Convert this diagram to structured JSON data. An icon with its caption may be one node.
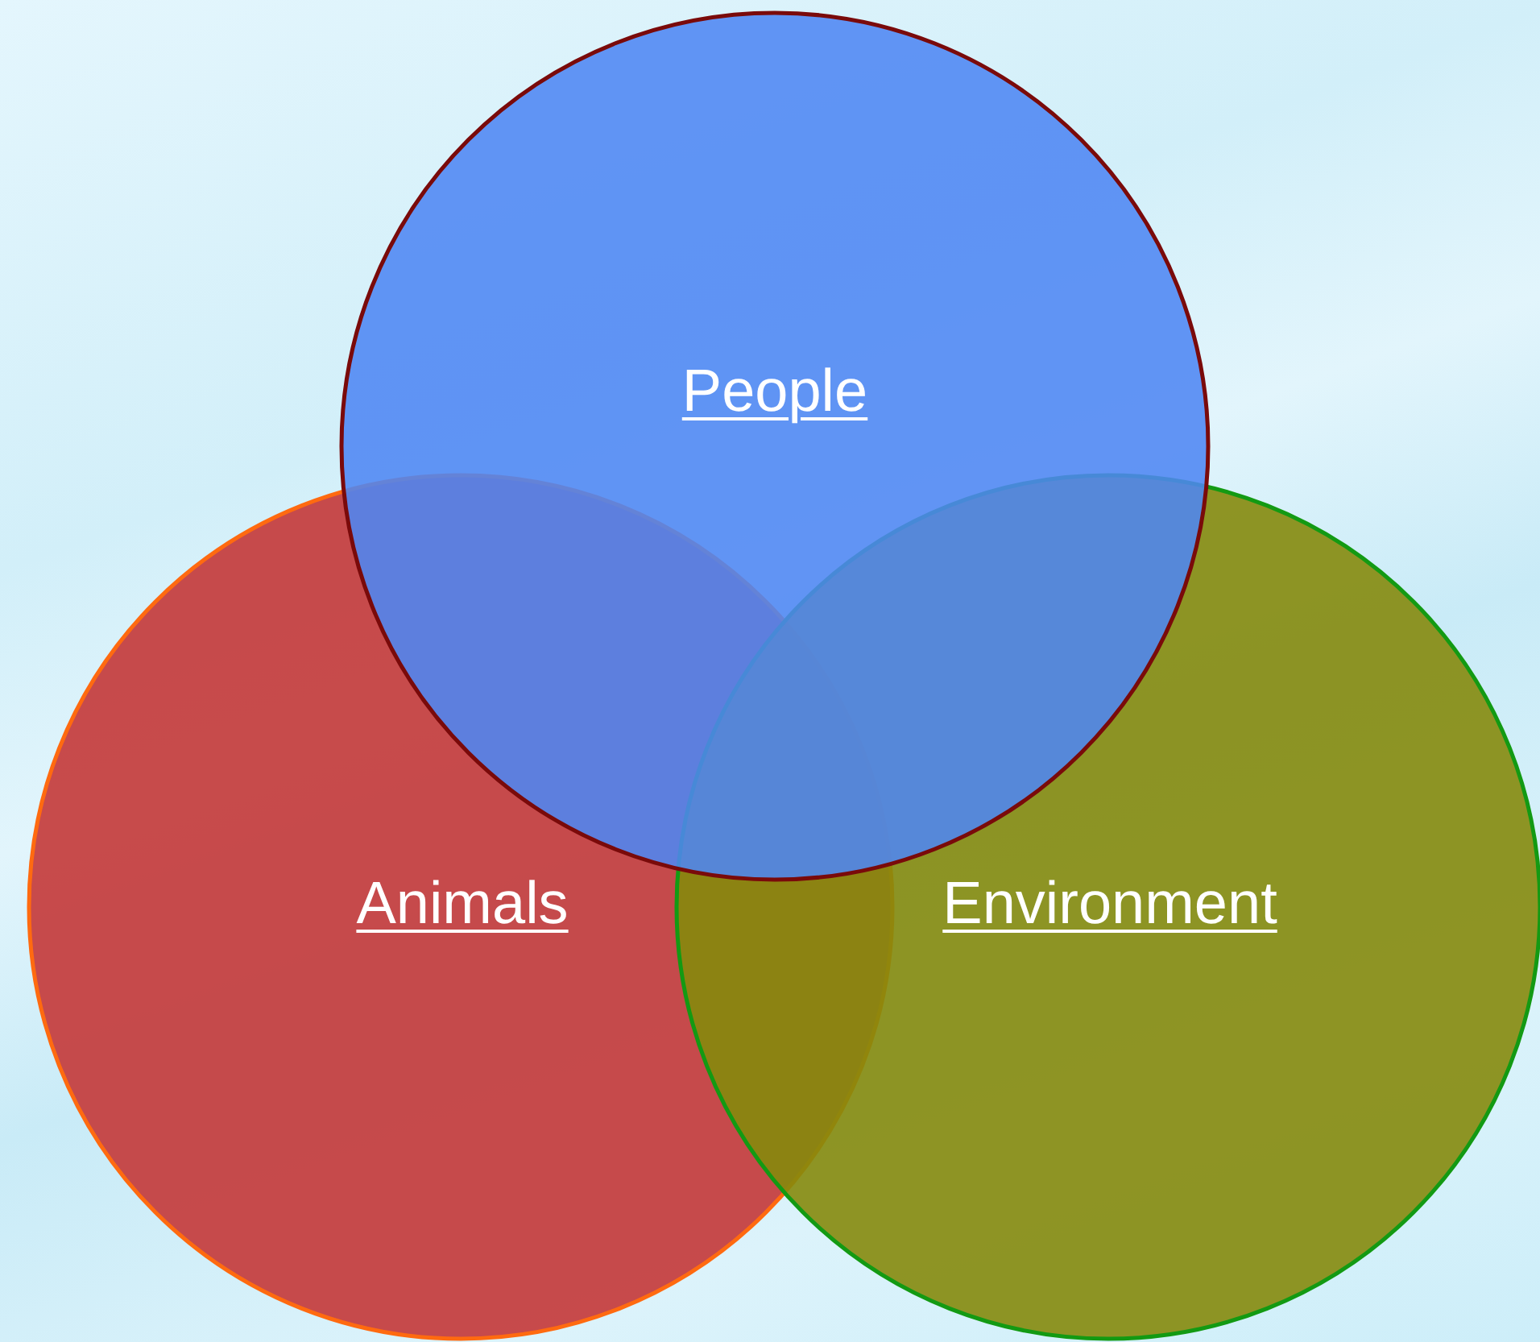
{
  "diagram": {
    "nodes": [
      {
        "text": [
          "People"
        ]
      },
      {
        "text": [
          "Animals"
        ]
      },
      {
        "text": [
          "Environment"
        ]
      }
    ]
  }
}
